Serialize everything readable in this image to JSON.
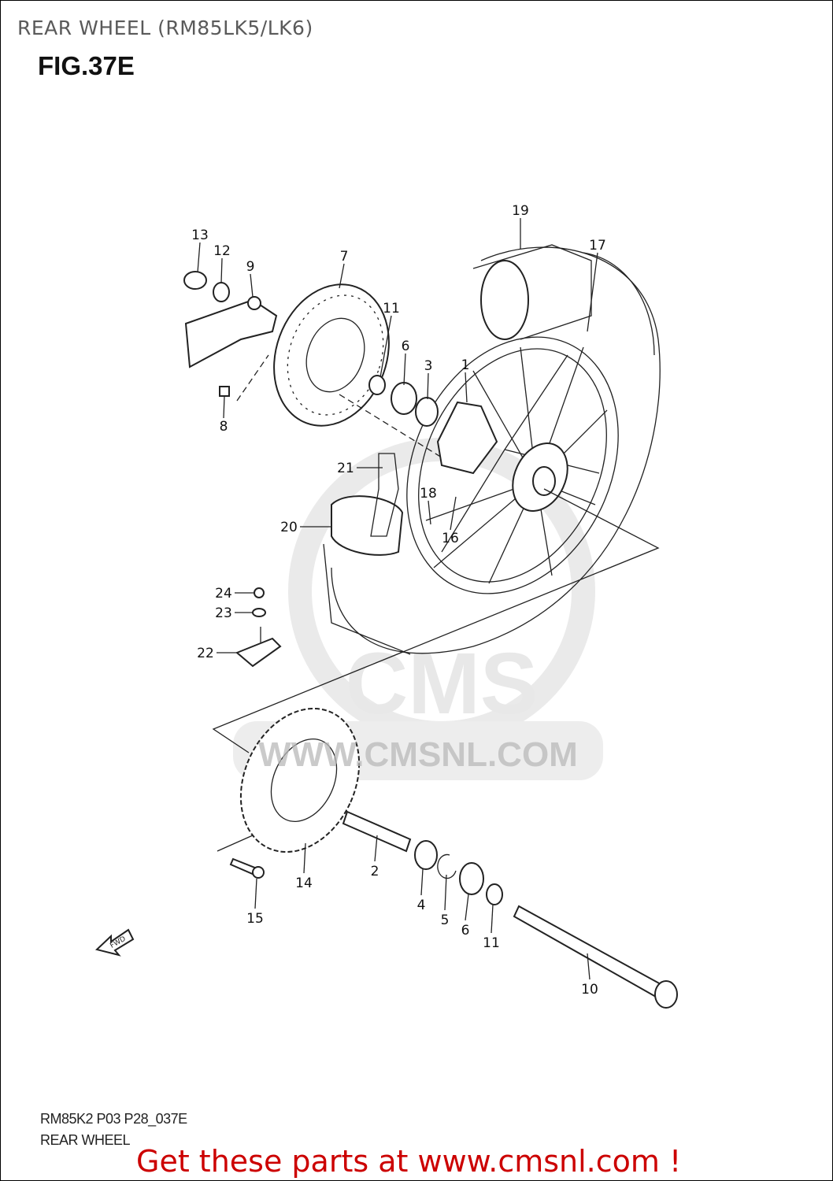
{
  "header": {
    "title": "REAR WHEEL (RM85LK5/LK6)",
    "figure": "FIG.37E"
  },
  "diagram": {
    "callouts": [
      "13",
      "12",
      "9",
      "7",
      "11",
      "6",
      "3",
      "1",
      "19",
      "17",
      "8",
      "21",
      "18",
      "20",
      "16",
      "24",
      "23",
      "22",
      "14",
      "2",
      "4",
      "5",
      "6",
      "11",
      "15",
      "10"
    ],
    "fwd_arrow_label": "FWD",
    "watermark": [
      "CMS",
      "WWW.CMSNL.COM"
    ]
  },
  "footer": {
    "code": "RM85K2 P03 P28_037E",
    "name": "REAR WHEEL",
    "promo": "Get these parts at www.cmsnl.com !"
  },
  "colors": {
    "promo": "#cc0000",
    "title": "#5a5a5a"
  }
}
